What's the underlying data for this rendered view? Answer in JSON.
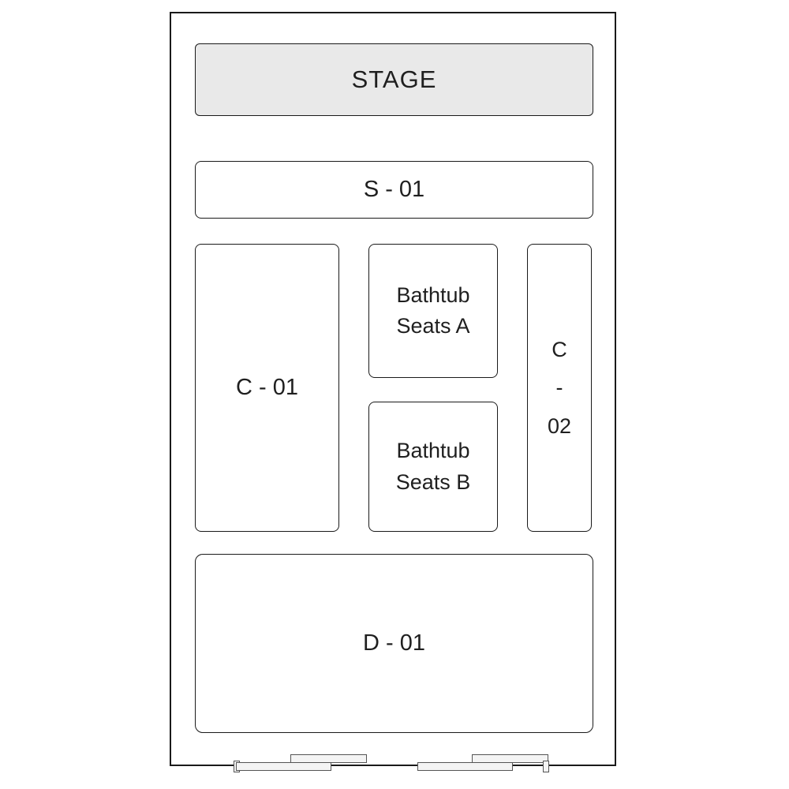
{
  "map": {
    "title": "venue-seating-map",
    "stage": {
      "label": "STAGE"
    },
    "sections": {
      "s01": {
        "label": "S - 01"
      },
      "c01": {
        "label": "C - 01"
      },
      "bathtub_a": {
        "line1": "Bathtub",
        "line2": "Seats A"
      },
      "bathtub_b": {
        "line1": "Bathtub",
        "line2": "Seats B"
      },
      "c02": {
        "line1": "C",
        "line2": "-",
        "line3": "02"
      },
      "d01": {
        "label": "D - 01"
      }
    },
    "doors": [
      {
        "name": "entrance-door-left"
      },
      {
        "name": "entrance-door-right"
      }
    ],
    "colors": {
      "stage_fill": "#e9e9e9",
      "section_fill": "#ffffff",
      "border": "#1a1a1a",
      "text": "#1f1f1f",
      "page_bg": "#ffffff"
    }
  }
}
